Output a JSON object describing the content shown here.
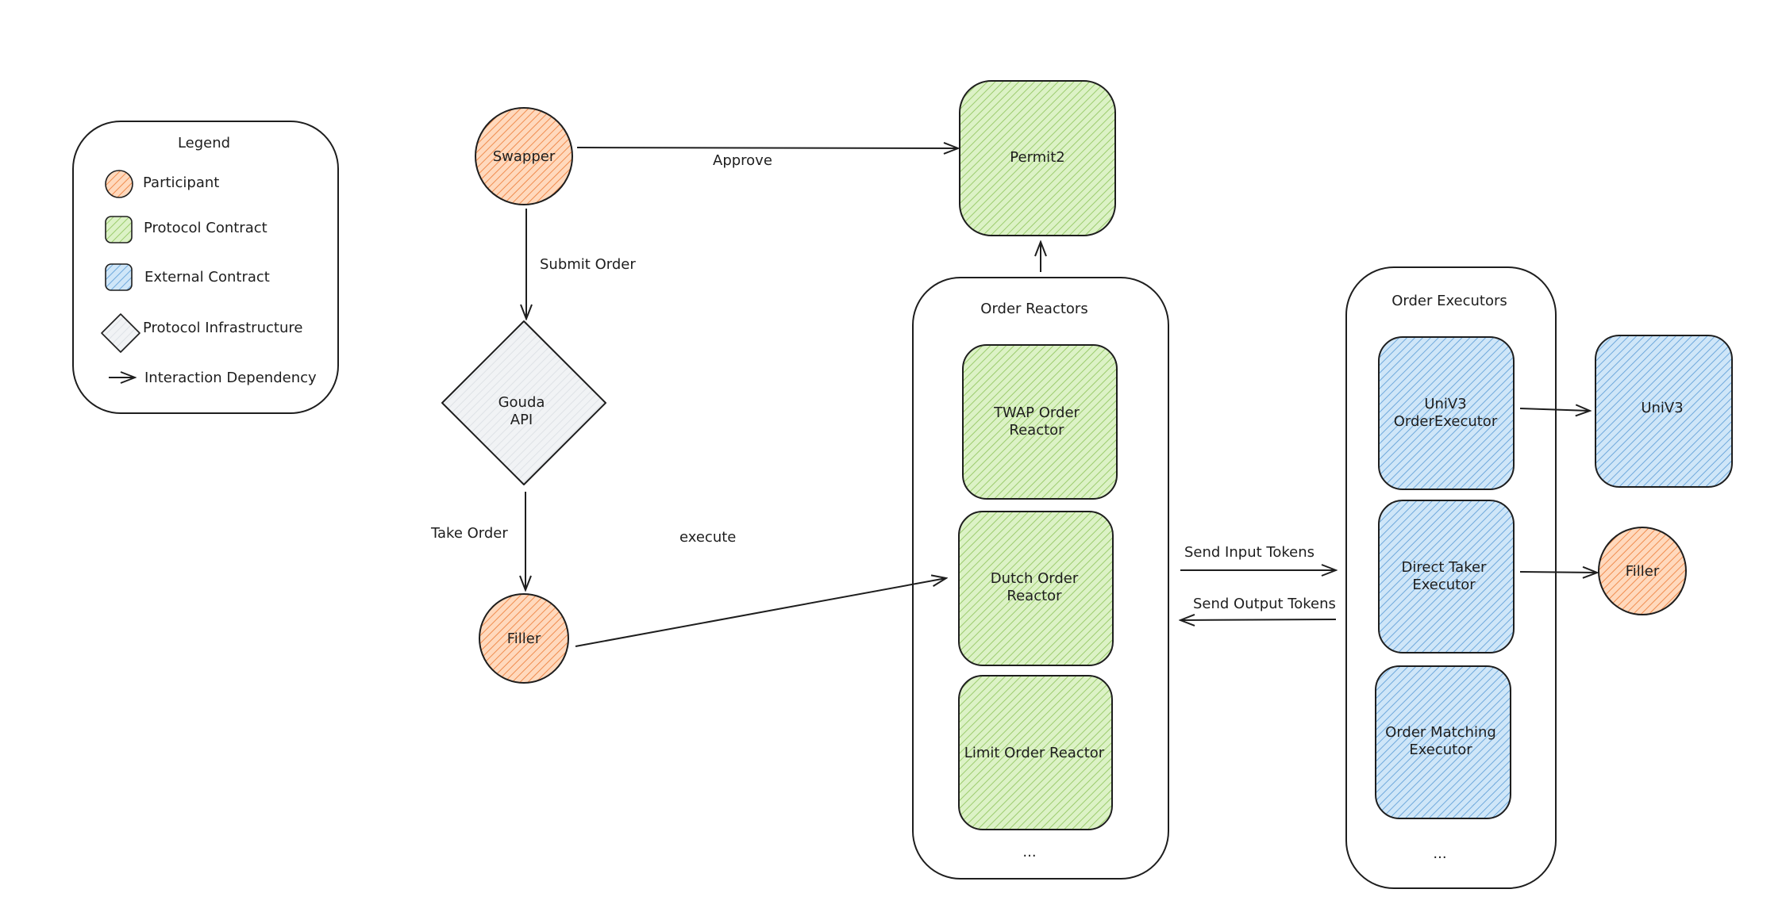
{
  "colors": {
    "participant_fill": "#ffc9a3",
    "participant_stroke": "#c0643a",
    "protocol_fill": "#c5e8a5",
    "protocol_stroke": "#3d6b2a",
    "external_fill": "#a5d0f0",
    "external_stroke": "#2a5d8a",
    "infra_fill": "#e9ecef",
    "infra_stroke": "#495057",
    "line": "#1e1e1e"
  },
  "legend": {
    "title": "Legend",
    "participant": "Participant",
    "protocol_contract": "Protocol Contract",
    "external_contract": "External Contract",
    "protocol_infrastructure": "Protocol Infrastructure",
    "interaction_dependency": "Interaction Dependency"
  },
  "nodes": {
    "swapper": "Swapper",
    "permit2": "Permit2",
    "gouda_api_line1": "Gouda",
    "gouda_api_line2": "API",
    "filler_left": "Filler",
    "filler_right": "Filler",
    "univ3": "UniV3"
  },
  "reactors": {
    "title": "Order Reactors",
    "twap_line1": "TWAP Order",
    "twap_line2": "Reactor",
    "dutch_line1": "Dutch Order",
    "dutch_line2": "Reactor",
    "limit": "Limit Order Reactor",
    "more": "..."
  },
  "executors": {
    "title": "Order Executors",
    "univ3_line1": "UniV3",
    "univ3_line2": "OrderExecutor",
    "direct_line1": "Direct Taker",
    "direct_line2": "Executor",
    "matching_line1": "Order Matching",
    "matching_line2": "Executor",
    "more": "..."
  },
  "edges": {
    "approve": "Approve",
    "submit_order": "Submit Order",
    "take_order": "Take Order",
    "execute": "execute",
    "send_input_tokens": "Send Input Tokens",
    "send_output_tokens": "Send Output Tokens"
  }
}
